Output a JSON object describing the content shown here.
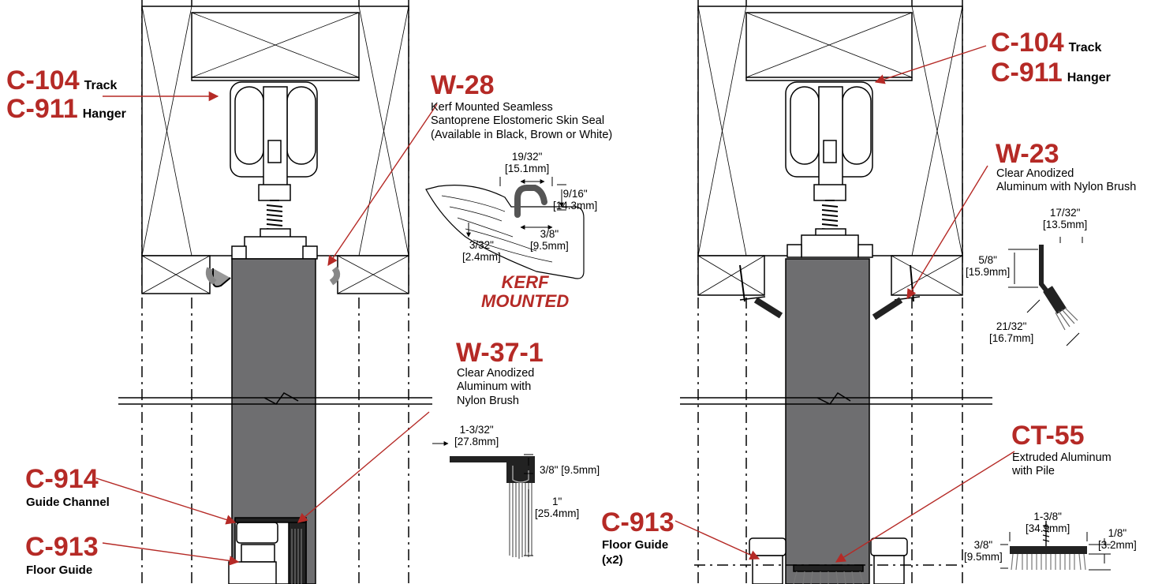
{
  "left": {
    "track_code": "C-104",
    "track_label": "Track",
    "hanger_code": "C-911",
    "hanger_label": "Hanger",
    "w28": {
      "code": "W-28",
      "desc": [
        "Kerf Mounted Seamless",
        "Santoprene Elostomeric Skin Seal",
        "(Available in Black, Brown or White)"
      ],
      "dims": {
        "a": [
          "19/32\"",
          "[15.1mm]"
        ],
        "b": [
          "9/16\"",
          "[14.3mm]"
        ],
        "c": [
          "3/8\"",
          "[9.5mm]"
        ],
        "d": [
          "3/32\"",
          "[2.4mm]"
        ]
      },
      "kerf": [
        "KERF",
        "MOUNTED"
      ]
    },
    "w37": {
      "code": "W-37-1",
      "desc": [
        "Clear Anodized",
        "Aluminum with",
        "Nylon Brush"
      ],
      "dims": {
        "a": [
          "1-3/32\"",
          "[27.8mm]"
        ],
        "b": "3/8\" [9.5mm]",
        "c": [
          "1\"",
          "[25.4mm]"
        ]
      }
    },
    "c914": {
      "code": "C-914",
      "label": "Guide Channel"
    },
    "c913": {
      "code": "C-913",
      "label": "Floor Guide"
    }
  },
  "right": {
    "track_code": "C-104",
    "track_label": "Track",
    "hanger_code": "C-911",
    "hanger_label": "Hanger",
    "w23": {
      "code": "W-23",
      "desc": [
        "Clear Anodized",
        "Aluminum with Nylon Brush"
      ],
      "dims": {
        "a": [
          "17/32\"",
          "[13.5mm]"
        ],
        "b": [
          "5/8\"",
          "[15.9mm]"
        ],
        "c": [
          "21/32\"",
          "[16.7mm]"
        ]
      }
    },
    "ct55": {
      "code": "CT-55",
      "desc": [
        "Extruded Aluminum",
        "with Pile"
      ],
      "dims": {
        "a": [
          "1-3/8\"",
          "[34.9mm]"
        ],
        "b": [
          "1/8\"",
          "[3.2mm]"
        ],
        "c": [
          "3/8\"",
          "[9.5mm]"
        ]
      }
    },
    "c913": {
      "code": "C-913",
      "label": [
        "Floor Guide",
        "(x2)"
      ]
    }
  },
  "colors": {
    "accent": "#b52a26",
    "door": "#6e6e70",
    "line": "#000000"
  }
}
